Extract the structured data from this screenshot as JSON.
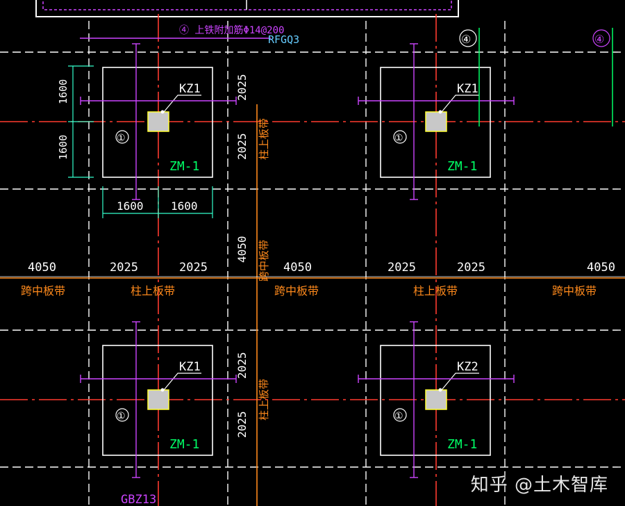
{
  "drawing": {
    "top_note": "④ 上铁附加筋Φ14@200",
    "top_code": "RFGQ3",
    "bottom_code": "GBZ13",
    "column_labels": [
      "KZ1",
      "KZ1",
      "KZ1",
      "KZ2"
    ],
    "cap_labels": [
      "ZM-1",
      "ZM-1",
      "ZM-1",
      "ZM-1"
    ],
    "bubble_marks": [
      "①",
      "①",
      "①",
      "①"
    ],
    "grid_bubbles_top": [
      "④",
      "④"
    ],
    "dims_cap_vertical": [
      "1600",
      "1600"
    ],
    "dims_cap_horizontal": [
      "1600",
      "1600"
    ],
    "dims_row": [
      "4050",
      "2025",
      "2025",
      "4050",
      "2025",
      "2025",
      "4050"
    ],
    "dims_mid_vertical": [
      "2025",
      "2025",
      "4050",
      "2025",
      "2025"
    ],
    "band_labels": [
      "跨中板带",
      "柱上板带",
      "跨中板带",
      "柱上板带",
      "跨中板带"
    ],
    "band_labels_vertical": [
      "柱上板带",
      "跨中板带",
      "柱上板带"
    ],
    "watermark": "知乎 @土木智库"
  },
  "colors": {
    "background": "#000000",
    "axis_red": "#ff3b2f",
    "grid_white": "#ffffff",
    "cap_outline": "#ffffff",
    "text_white": "#ffffff",
    "band_text": "#ff8a1c",
    "magenta": "#cc44ff",
    "green": "#00ff66",
    "cyan": "#33ffcc",
    "yellow_hatch": "#ffff33",
    "column_fill": "#c8c8c8"
  }
}
